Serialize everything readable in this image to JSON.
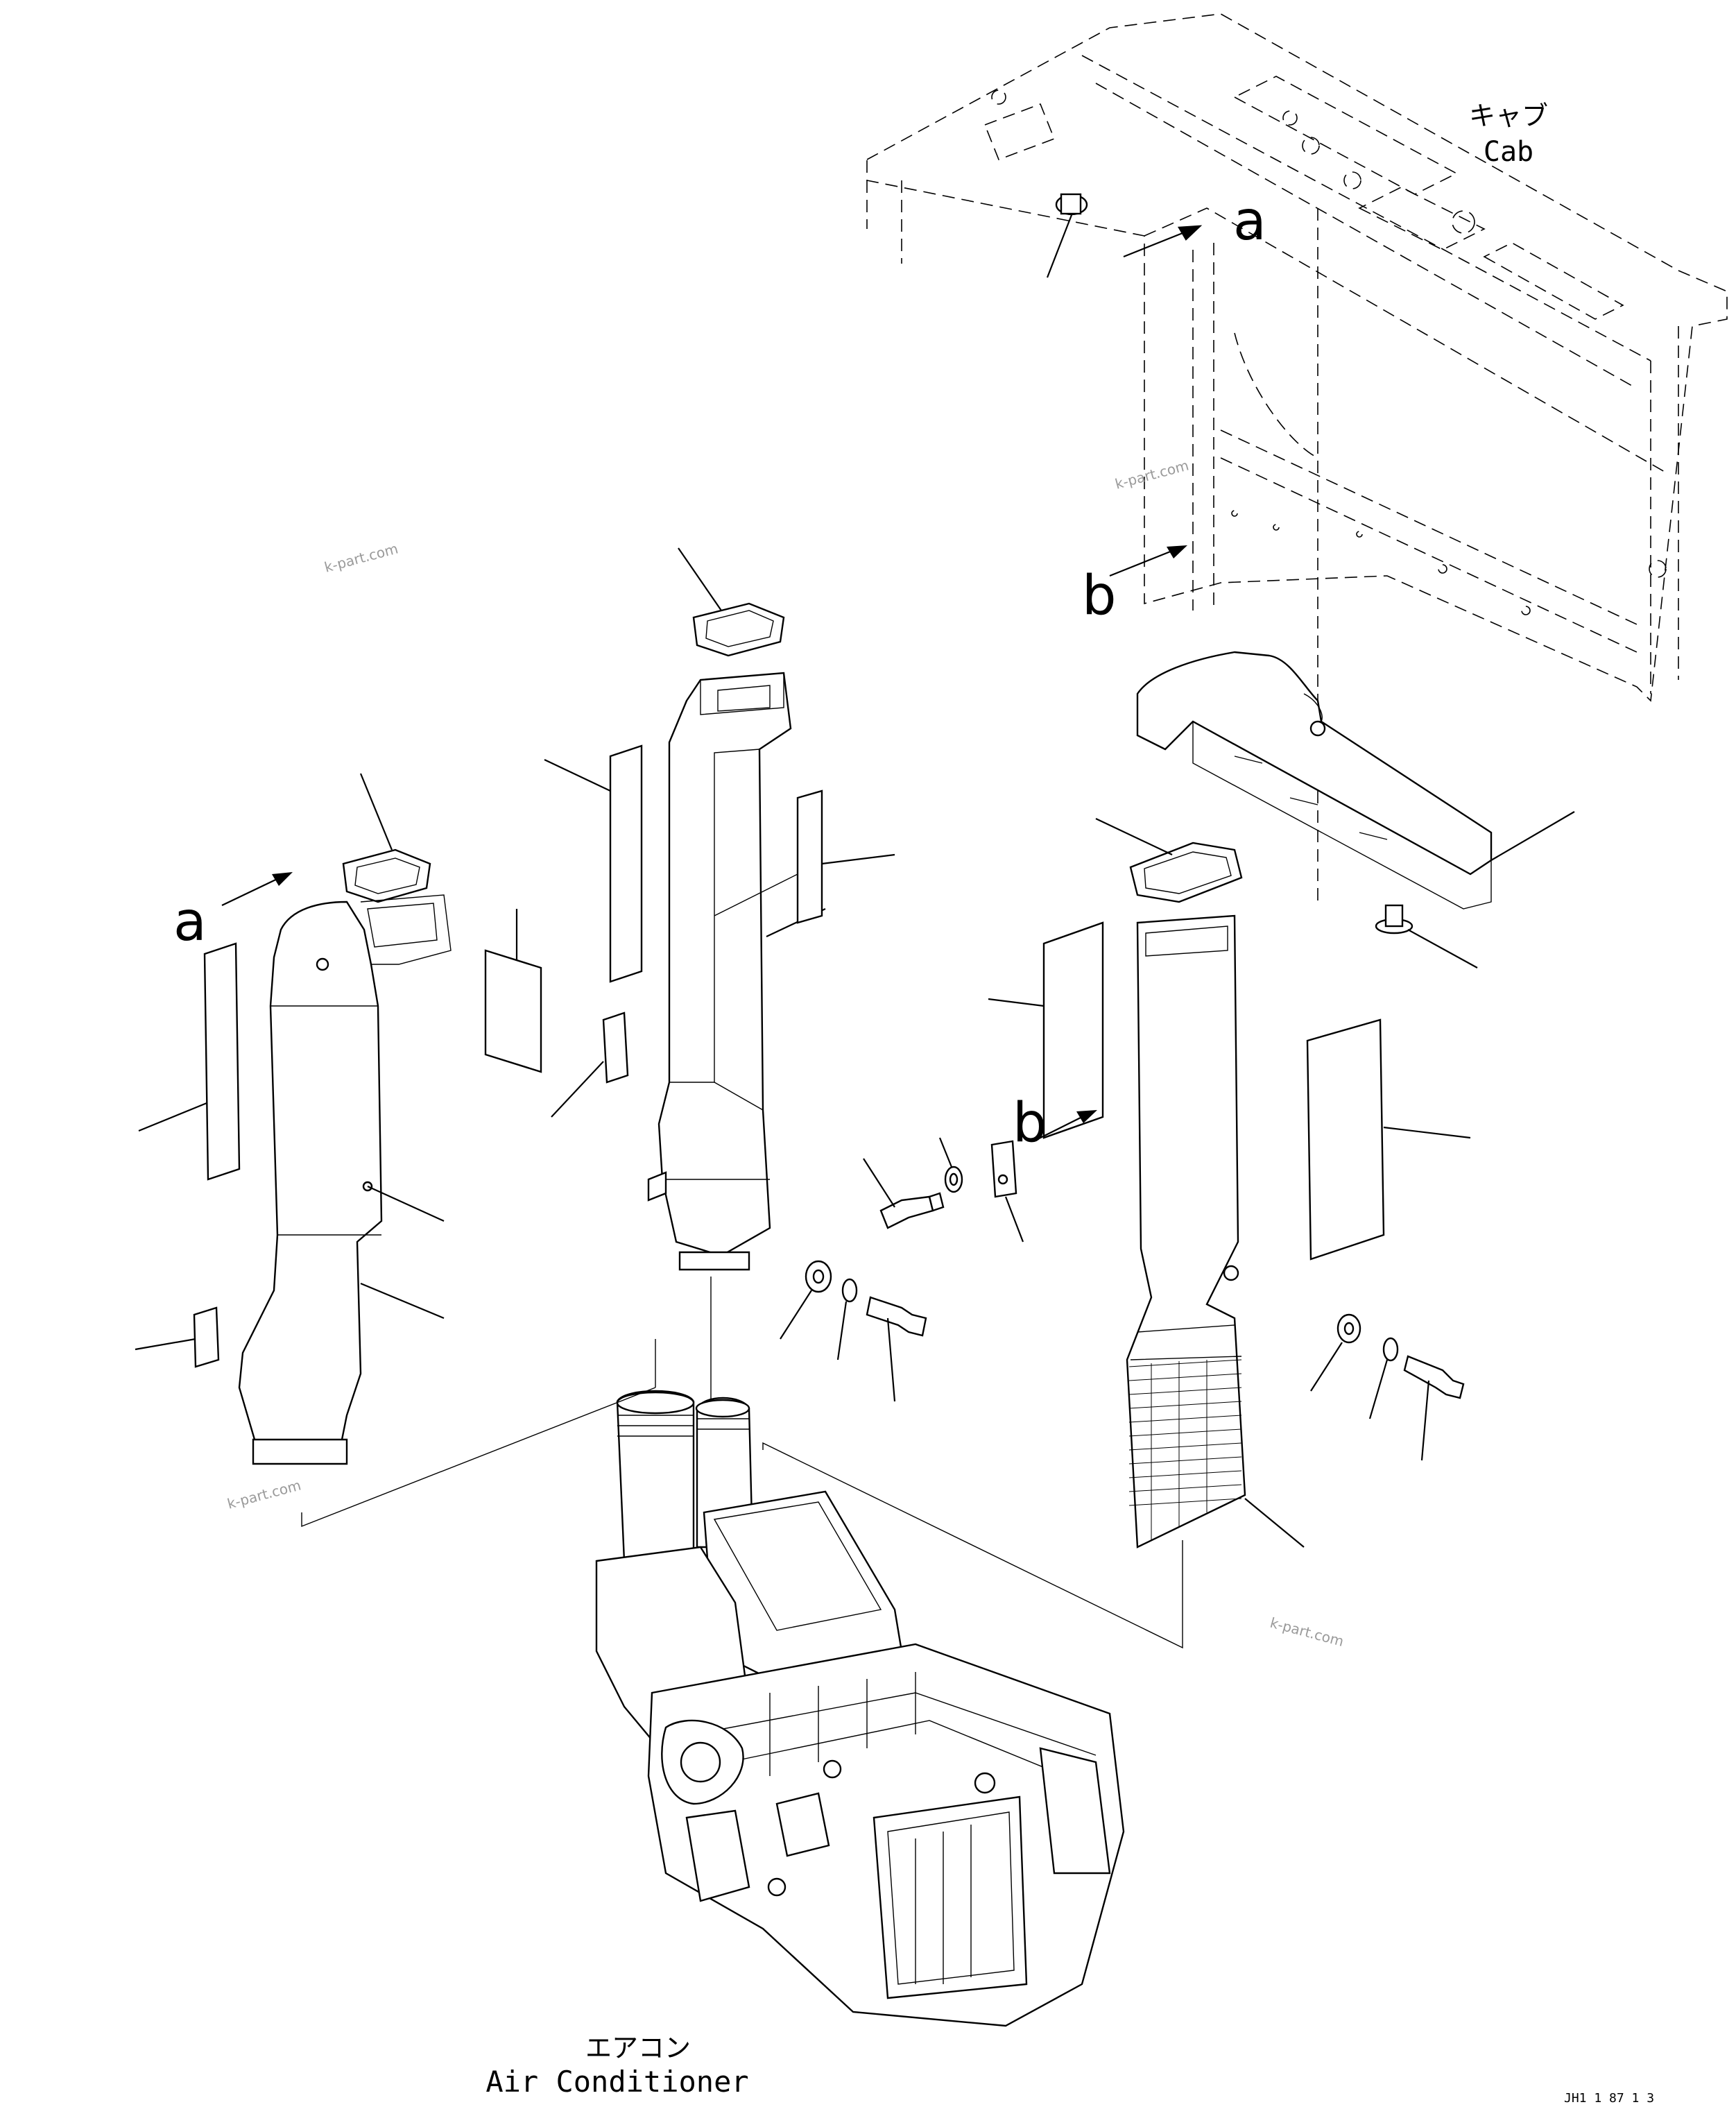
{
  "labels": {
    "cab_jp": "キャブ",
    "cab_en": "Cab",
    "ac_jp": "エアコン",
    "ac_en": "Air Conditioner",
    "view_a": "a",
    "view_b": "b",
    "drawing_id": "JH1 1 87 1 3"
  },
  "watermarks": [
    "k-part.com",
    "k-part.com",
    "k-part.com",
    "k-part.com"
  ]
}
